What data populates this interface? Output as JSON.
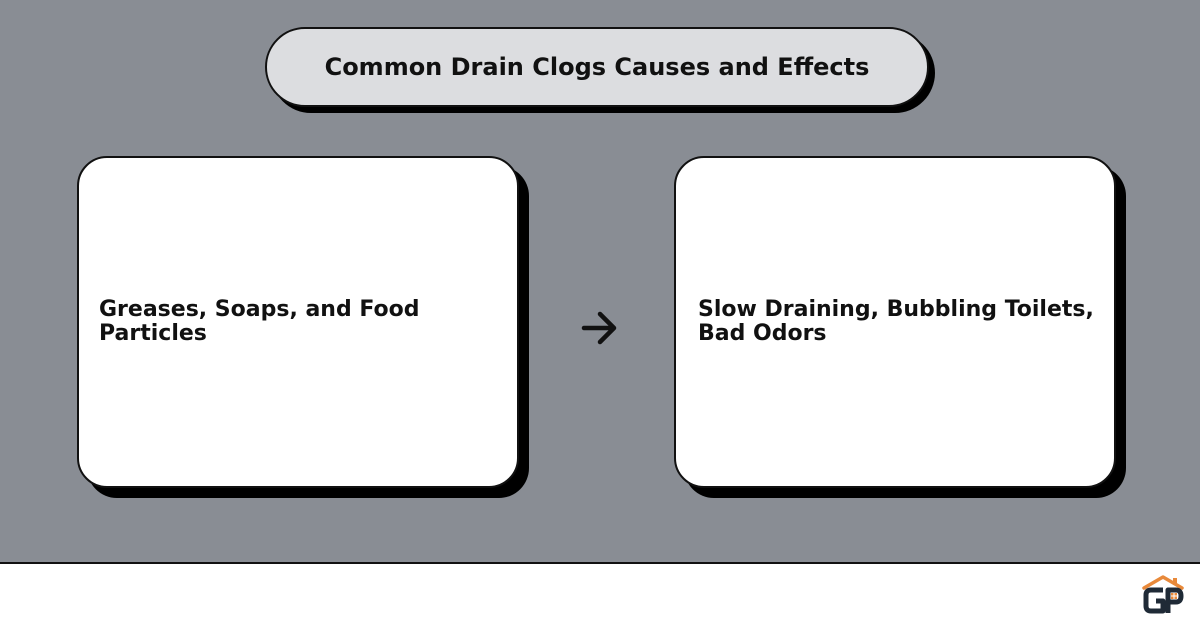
{
  "diagram": {
    "title": "Common Drain Clogs Causes and Effects",
    "cause": {
      "text": "Greases, Soaps, and Food Particles"
    },
    "effect": {
      "text": "Slow Draining, Bubbling Toilets, Bad Odors"
    },
    "connector_icon": "arrow-right-icon"
  },
  "branding": {
    "logo_icon": "house-gp-logo-icon"
  },
  "colors": {
    "background": "#898d94",
    "title_fill": "#dcdde0",
    "card_fill": "#ffffff",
    "outline": "#111111",
    "shadow": "#000000",
    "logo_orange": "#e8893a",
    "logo_dark": "#1f2a36"
  }
}
